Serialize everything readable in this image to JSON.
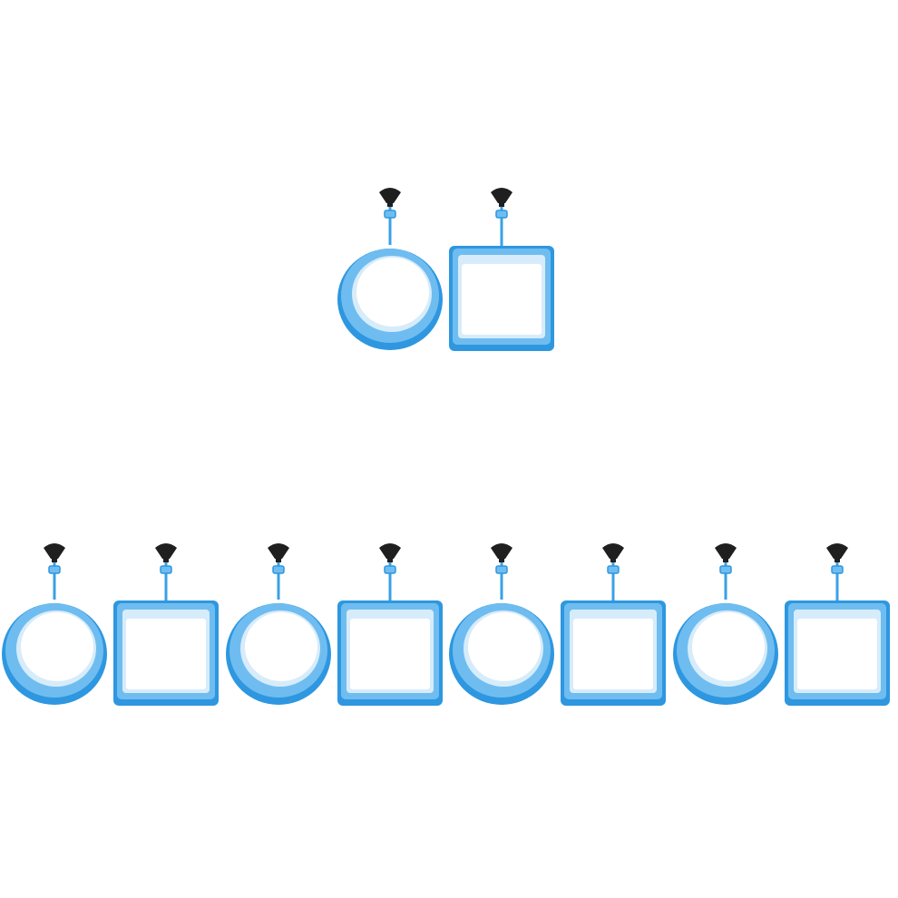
{
  "product_photo": {
    "background": "#ffffff",
    "ring_color": "#2e97e0",
    "ring_highlight": "#6fbdf0",
    "ring_inner": "#d7ecfa",
    "cord_color": "#3aa0e6",
    "suction_cup_color": "#1f1f1f",
    "top_row": [
      "round",
      "square"
    ],
    "bottom_row": [
      "round",
      "square",
      "round",
      "square",
      "round",
      "square",
      "round",
      "square"
    ]
  }
}
